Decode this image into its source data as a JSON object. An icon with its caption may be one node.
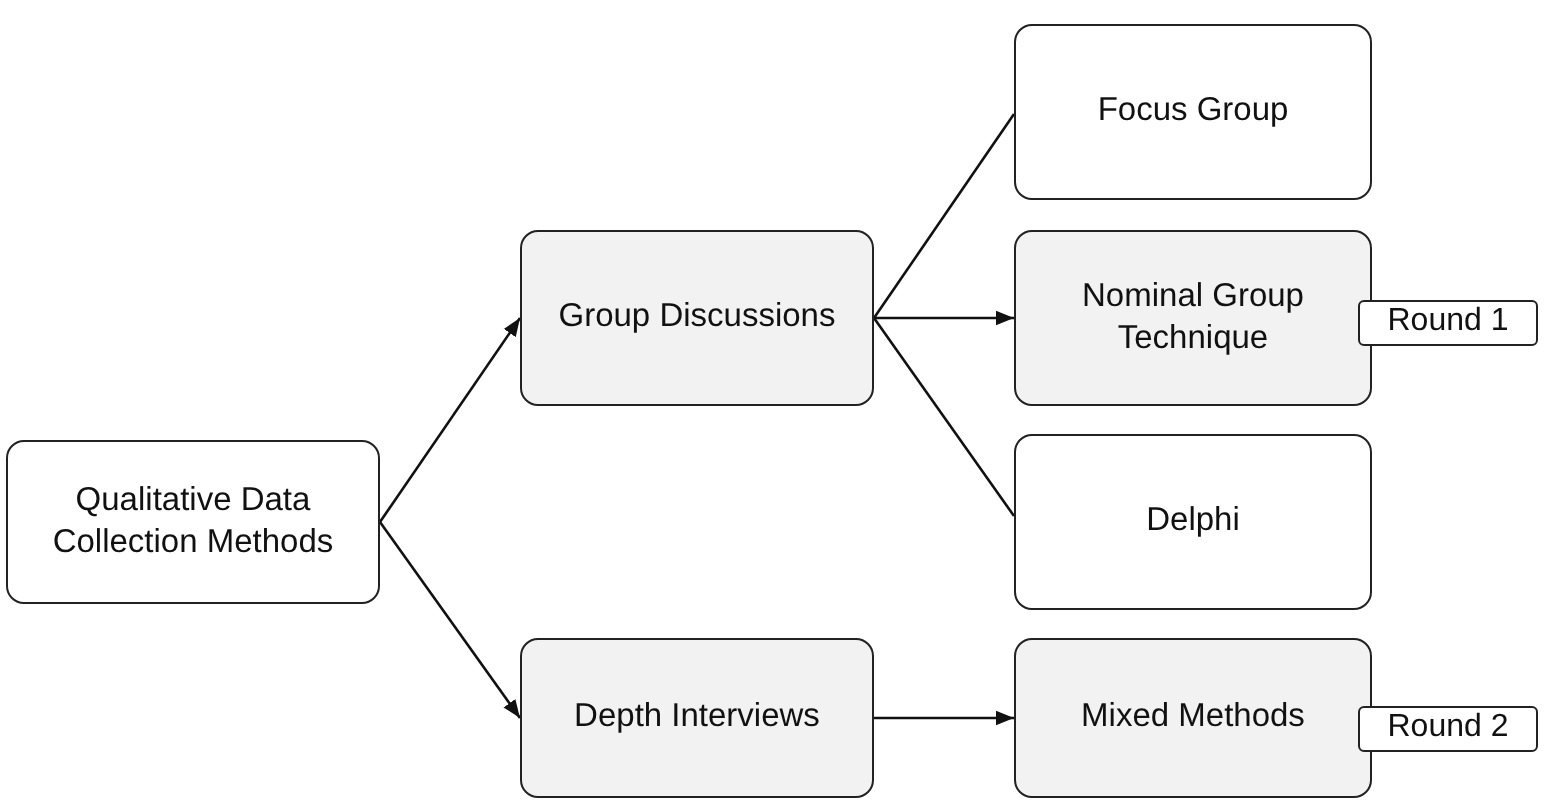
{
  "diagram": {
    "nodes": [
      {
        "text": [
          "Qualitative Data Collection Methods"
        ]
      },
      {
        "text": [
          "Group Discussions"
        ]
      },
      {
        "text": [
          "Depth Interviews"
        ]
      },
      {
        "text": [
          "Focus Group"
        ]
      },
      {
        "text": [
          "Nominal Group Technique"
        ]
      },
      {
        "text": [
          "Delphi"
        ]
      },
      {
        "text": [
          "Mixed Methods"
        ]
      },
      {
        "text": [
          "Round 1"
        ]
      },
      {
        "text": [
          "Round 2"
        ]
      }
    ],
    "edges": [
      {
        "from": 0,
        "to": 1,
        "arrow": "to"
      },
      {
        "from": 0,
        "to": 2,
        "arrow": "to"
      },
      {
        "from": 1,
        "to": 3,
        "arrow": "none"
      },
      {
        "from": 1,
        "to": 4,
        "arrow": "to"
      },
      {
        "from": 1,
        "to": 5,
        "arrow": "none"
      },
      {
        "from": 2,
        "to": 6,
        "arrow": "to"
      }
    ]
  }
}
